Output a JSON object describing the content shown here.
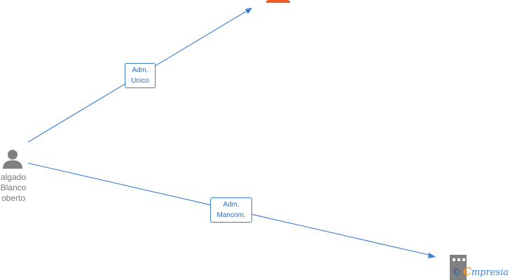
{
  "person": {
    "name_lines": [
      "algado",
      "Blanco",
      "oberto"
    ]
  },
  "edges": [
    {
      "label_lines": [
        "Adm.",
        "Unico"
      ]
    },
    {
      "label_lines": [
        "Adm.",
        "Mancom."
      ]
    }
  ],
  "watermark": {
    "copyright": "©",
    "brand_initial": "C",
    "brand_rest": "mpresia"
  },
  "colors": {
    "edge": "#3a7fd5",
    "company_active": "#ef5a24",
    "person_icon": "#808080",
    "company_inactive": "#808080"
  },
  "icons": {
    "person": "person-icon",
    "company_top": "building-icon",
    "company_bottom": "building-icon"
  }
}
